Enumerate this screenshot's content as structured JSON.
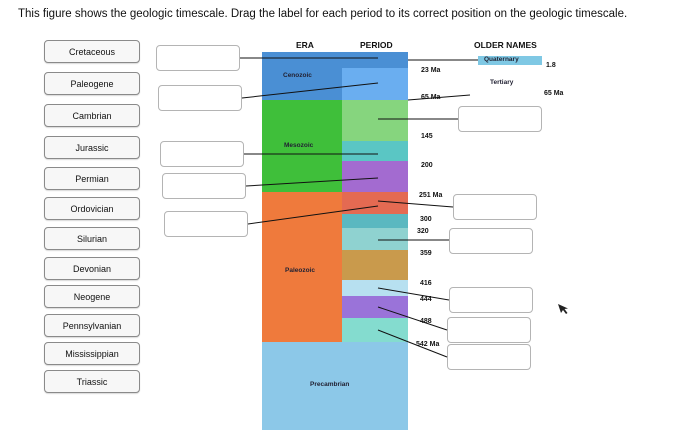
{
  "instruction": "This figure shows the geologic timescale. Drag the label for each period to its correct position on the geologic timescale.",
  "labels": [
    "Cretaceous",
    "Paleogene",
    "Cambrian",
    "Jurassic",
    "Permian",
    "Ordovician",
    "Silurian",
    "Devonian",
    "Neogene",
    "Pennsylvanian",
    "Mississippian",
    "Triassic"
  ],
  "headers": {
    "era": "ERA",
    "period": "PERIOD",
    "older_names": "OLDER NAMES"
  },
  "eras": {
    "cenozoic": "Cenozoic",
    "mesozoic": "Mesozoic",
    "paleozoic": "Paleozoic",
    "precambrian": "Precambrian"
  },
  "older_names": {
    "quaternary": "Quaternary",
    "quaternary_age": "1.8",
    "tertiary": "Tertiary",
    "tertiary_age": "65 Ma"
  },
  "ages": [
    "23 Ma",
    "65 Ma",
    "145",
    "200",
    "251 Ma",
    "300",
    "320",
    "359",
    "416",
    "444",
    "488",
    "542 Ma"
  ],
  "colors": {
    "cenozoic": "#4a8fd4",
    "mesozoic": "#3fbf3a",
    "paleozoic": "#ef7a3c",
    "precambrian": "#8cc8e8",
    "neogene": "#4a8fd4",
    "paleogene": "#6aaef0",
    "cretaceous": "#86d57e",
    "jurassic": "#5ac6c4",
    "triassic": "#a36bd0",
    "permian": "#e46a52",
    "pennsylvanian": "#5ab8c0",
    "mississippian": "#8fd2d0",
    "devonian": "#c99a4c",
    "silurian": "#b7e0f0",
    "ordovician": "#9a73d9",
    "cambrian": "#84dccf"
  }
}
